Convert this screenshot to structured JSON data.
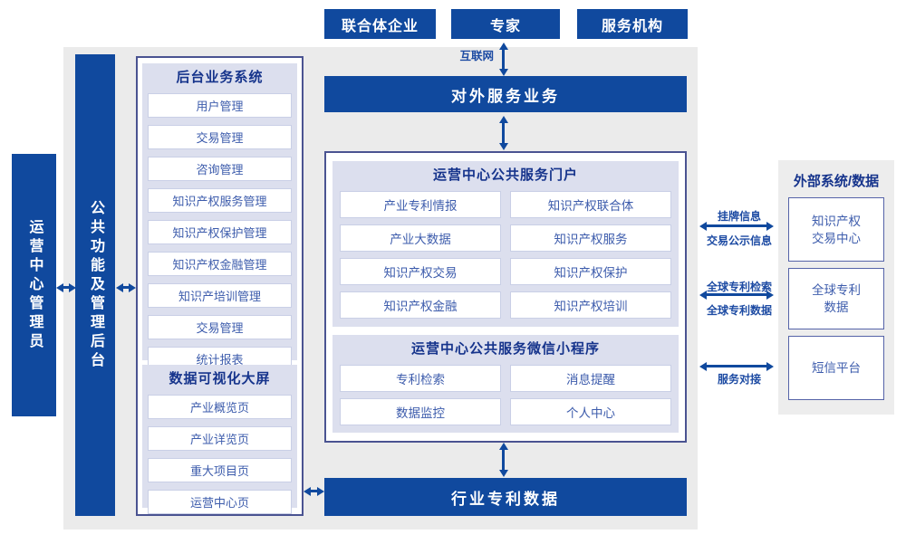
{
  "colors": {
    "primary_blue": "#10499e",
    "header_navy": "#16348c",
    "item_text_blue": "#3d5cac",
    "item_border": "#c9cfe6",
    "panel_border": "#4a5391",
    "panel_lavender": "#dcdfee",
    "background_gray": "#ebebeb",
    "right_panel_gray": "#ededed"
  },
  "top_boxes": [
    "联合体企业",
    "专家",
    "服务机构"
  ],
  "internet_label": "互联网",
  "bars": {
    "external_service": "对外服务业务",
    "industry_patent_data": "行业专利数据",
    "operation_admin": "运营中心管理员",
    "public_function": "公共功能及管理后台"
  },
  "left_panel": {
    "backend": {
      "title": "后台业务系统",
      "items": [
        "用户管理",
        "交易管理",
        "咨询管理",
        "知识产权服务管理",
        "知识产权保护管理",
        "知识产权金融管理",
        "知识产培训管理",
        "交易管理",
        "统计报表"
      ]
    },
    "dashboard": {
      "title": "数据可视化大屏",
      "items": [
        "产业概览页",
        "产业详览页",
        "重大项目页",
        "运营中心页"
      ]
    }
  },
  "center_panel": {
    "portal": {
      "title": "运营中心公共服务门户",
      "items": [
        "产业专利情报",
        "知识产权联合体",
        "产业大数据",
        "知识产权服务",
        "知识产权交易",
        "知识产权保护",
        "知识产权金融",
        "知识产权培训"
      ]
    },
    "miniprogram": {
      "title": "运营中心公共服务微信小程序",
      "items": [
        "专利检索",
        "消息提醒",
        "数据监控",
        "个人中心"
      ]
    }
  },
  "right_panel": {
    "title": "外部系统/数据",
    "boxes": [
      {
        "line1": "知识产权",
        "line2": "交易中心"
      },
      {
        "line1": "全球专利",
        "line2": "数据"
      },
      {
        "line1": "短信平台",
        "line2": ""
      }
    ]
  },
  "right_links": [
    {
      "top": "挂牌信息",
      "bottom": "交易公示信息"
    },
    {
      "top": "全球专利检索",
      "bottom": "全球专利数据"
    },
    {
      "top": "",
      "bottom": "服务对接"
    }
  ]
}
